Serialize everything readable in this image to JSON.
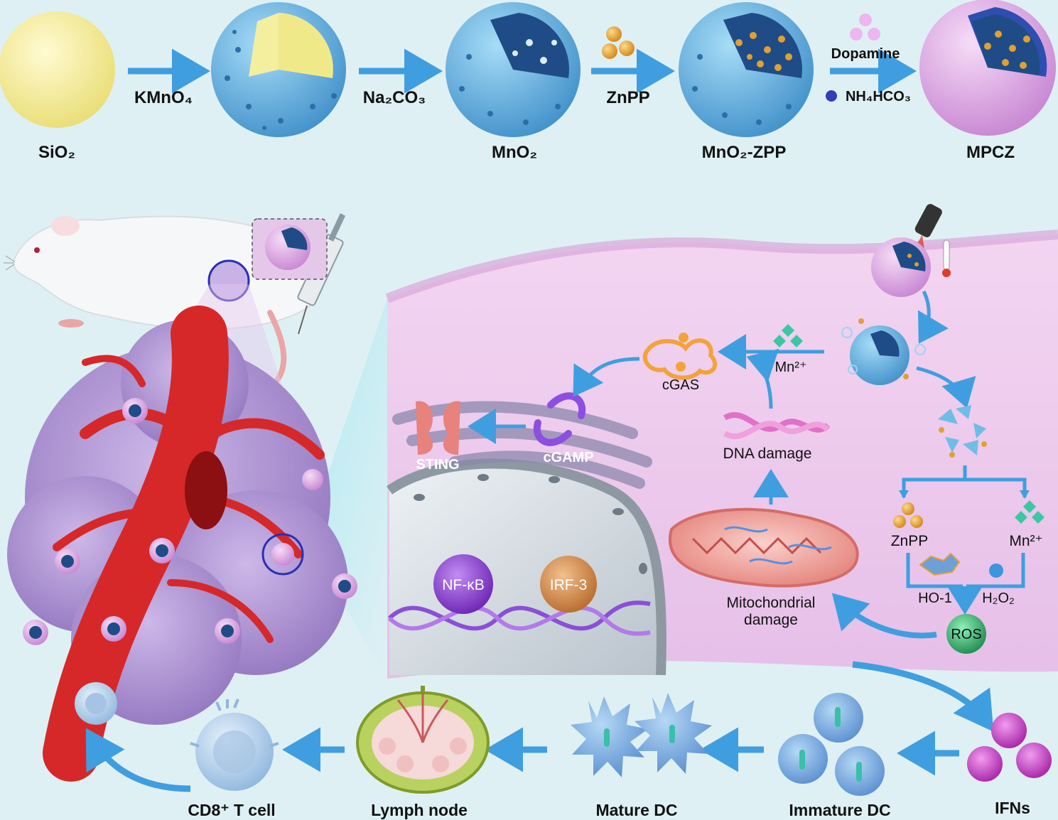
{
  "synthesis": {
    "materials": {
      "sio2": "SiO₂",
      "mno2": "MnO₂",
      "mno2_zpp": "MnO₂-ZPP",
      "mpcz": "MPCZ"
    },
    "reagents": {
      "kmno4": "KMnO₄",
      "na2co3": "Na₂CO₃",
      "znpp": "ZnPP",
      "dopamine": "Dopamine",
      "nh4hco3": "NH₄HCO₃"
    }
  },
  "mechanism": {
    "mn_ion_top": "Mn²⁺",
    "cgas": "cGAS",
    "cgamp": "cGAMP",
    "sting": "STING",
    "dna_damage": "DNA damage",
    "mito_line1": "Mitochondrial",
    "mito_line2": "damage",
    "znpp": "ZnPP",
    "mn_ion_right": "Mn²⁺",
    "ho1": "HO-1",
    "h2o2": "H₂O₂",
    "ros": "ROS",
    "nfkb": "NF-κB",
    "irf3": "IRF-3"
  },
  "immune": {
    "ifns": "IFNs",
    "immature_dc": "Immature DC",
    "mature_dc": "Mature DC",
    "lymph_node": "Lymph node",
    "cd8_t_cell": "CD8⁺ T cell"
  },
  "colors": {
    "arrow": "#3f9ee0",
    "shell_blue": "#5eb4e3",
    "sio2_yellow": "#f3ec9a",
    "pda_pink": "#d89be0",
    "vessel_red": "#d62828",
    "tumor_purple": "#b59ad6",
    "cell_pink": "#e8c6e6",
    "ifn_magenta": "#c23cc2",
    "nfkb_purple": "#8e3fd6",
    "irf3_orange": "#d9873e",
    "ros_green": "#2ea968",
    "znpp_gold": "#e9a329"
  }
}
